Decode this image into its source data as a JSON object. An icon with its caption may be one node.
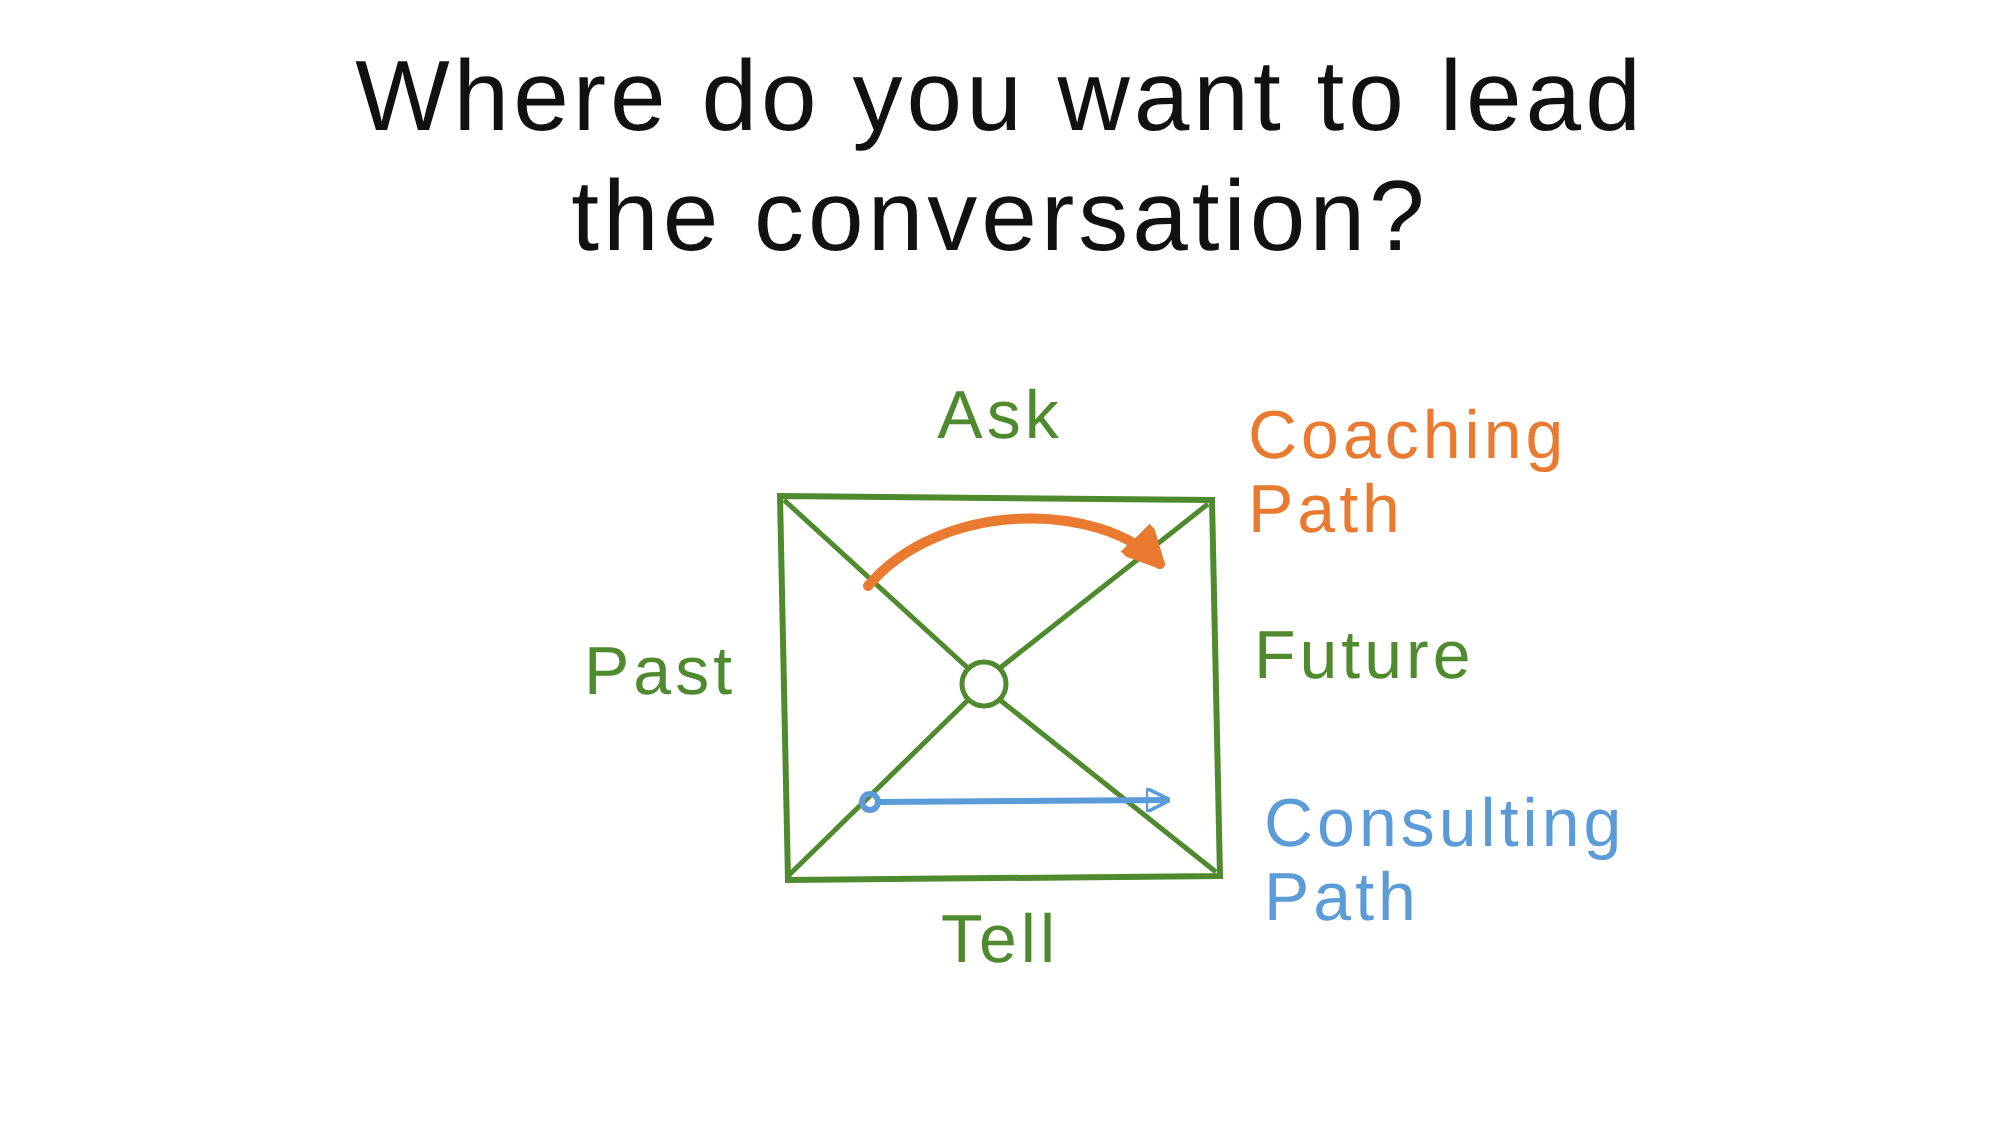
{
  "diagram": {
    "title": "Where do you want to lead the conversation?",
    "labels": [
      "Ask",
      "Coaching Path",
      "Past",
      "Future",
      "Consulting Path",
      "Tell"
    ]
  }
}
